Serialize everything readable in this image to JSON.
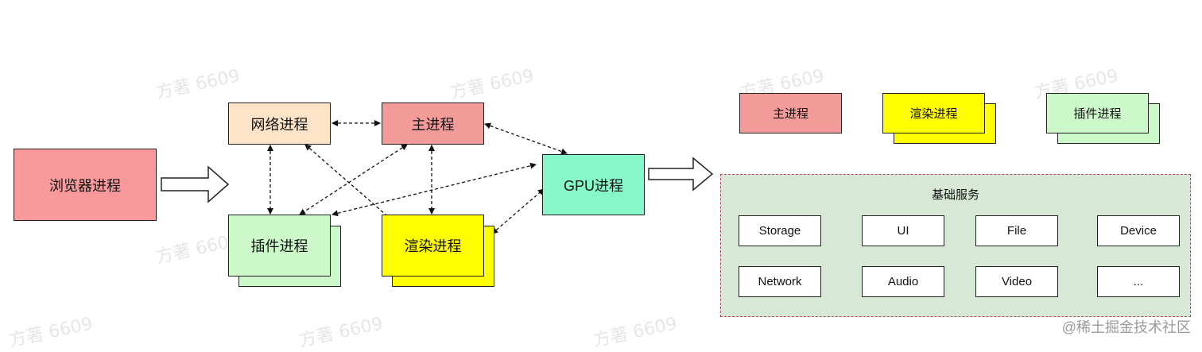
{
  "watermark": "方著 6609",
  "credit": "@稀土掘金技术社区",
  "nodes": {
    "browser": "浏览器进程",
    "network": "网络进程",
    "main": "主进程",
    "plugin": "插件进程",
    "render": "渲染进程",
    "gpu": "GPU进程"
  },
  "legend": {
    "main": "主进程",
    "render": "渲染进程",
    "plugin": "插件进程"
  },
  "services": {
    "title": "基础服务",
    "items": [
      "Storage",
      "UI",
      "File",
      "Device",
      "Network",
      "Audio",
      "Video",
      "..."
    ]
  },
  "colors": {
    "browser": "#f8999b",
    "network": "#fde3c8",
    "main": "#f29b99",
    "plugin": "#cdf8c9",
    "render": "#fefe00",
    "gpu": "#86f7c9",
    "panel": "#d7e9d6",
    "panel_border": "#b5495b"
  }
}
